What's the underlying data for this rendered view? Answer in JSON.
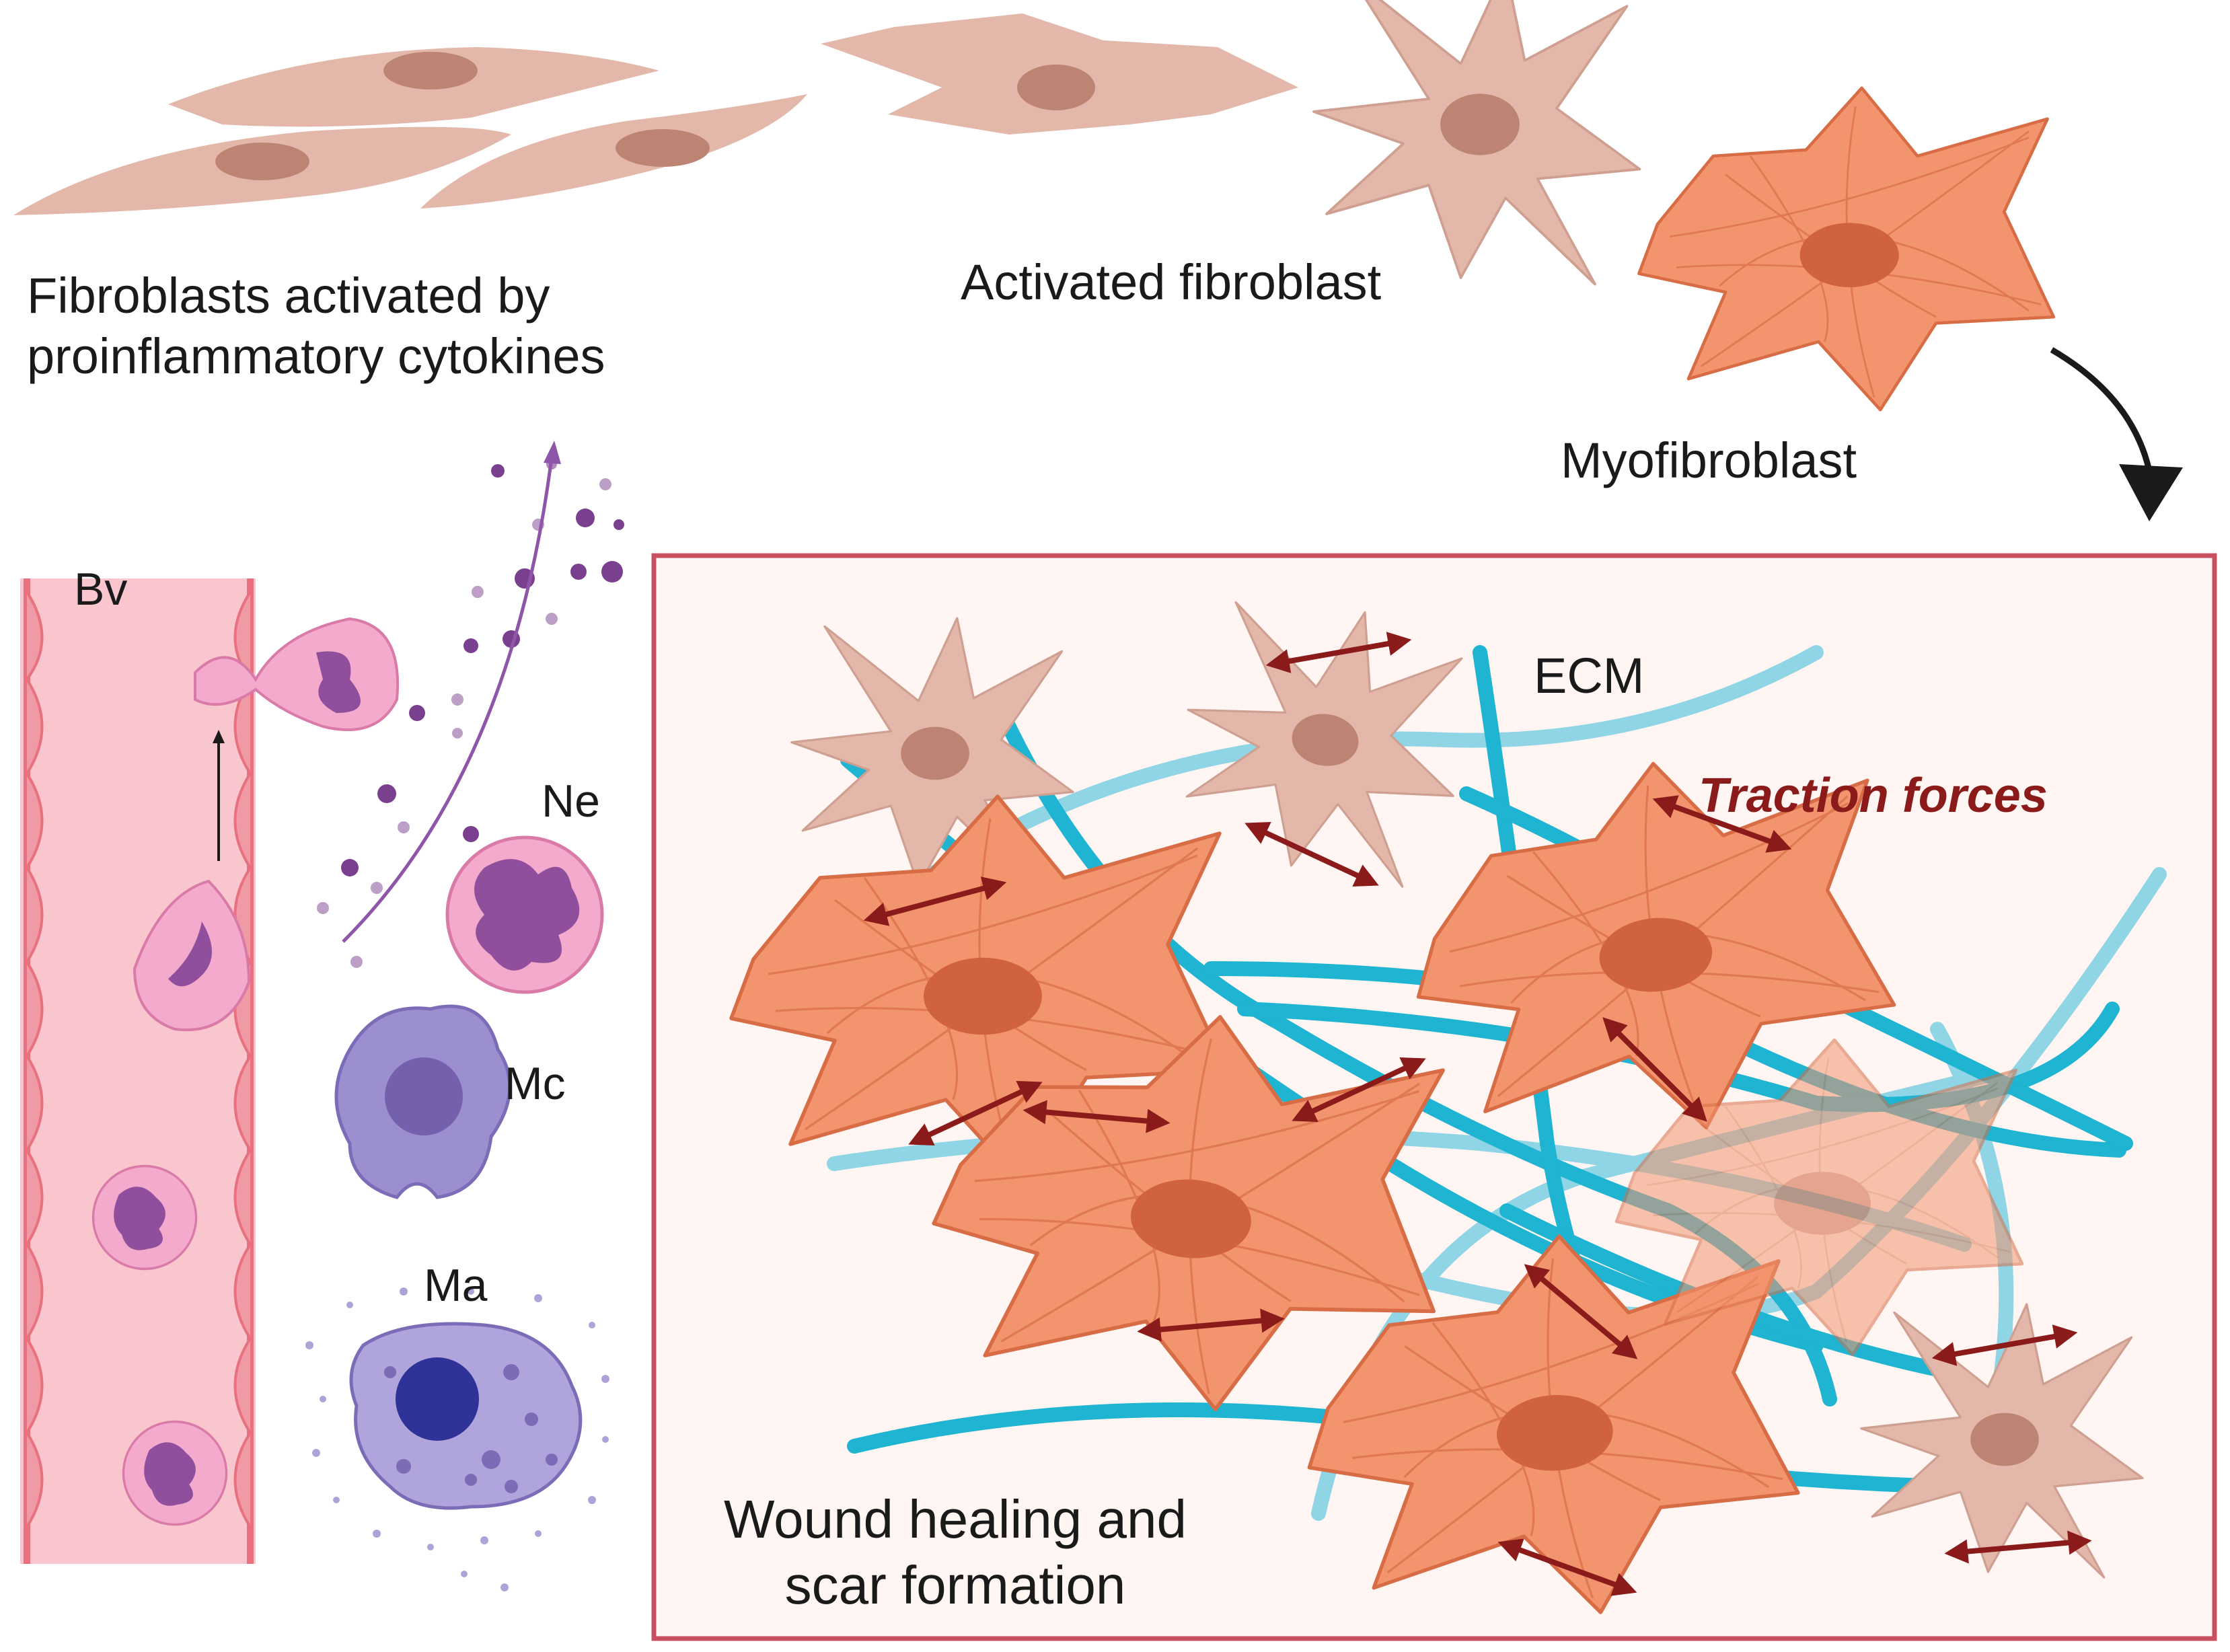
{
  "labels": {
    "fibroblasts_activated": "Fibroblasts activated by proinflammatory cytokines",
    "activated_fibroblast": "Activated fibroblast",
    "myofibroblast": "Myofibroblast",
    "blood_vessel": "Bv",
    "neutrophil": "Ne",
    "monocyte": "Mc",
    "macrophage": "Ma",
    "ecm": "ECM",
    "traction_forces": "Traction forces",
    "wound_healing": "Wound healing and scar formation"
  },
  "colors": {
    "fibroblast_body": "#e3b8ab",
    "fibroblast_nucleus": "#bd8473",
    "myofibroblast_body": "#f2956f",
    "myofibroblast_stroke": "#d86c45",
    "myofibroblast_nucleus": "#d0633e",
    "ecm_fiber": "#1fb4d1",
    "ecm_fiber_light": "#8fd5e6",
    "arrow": "#8b1a1a",
    "vessel_fill": "#f8c6cc",
    "vessel_wall": "#e9707e",
    "cell_pink": "#ef9fc6",
    "nucleus_purple": "#8f4f9c",
    "cytokine": "#7a3f8e",
    "monocyte": "#9c8fd0",
    "macrophage_nucleus": "#2f3296",
    "box_border": "#c95060",
    "box_fill": "#fff5f3"
  }
}
